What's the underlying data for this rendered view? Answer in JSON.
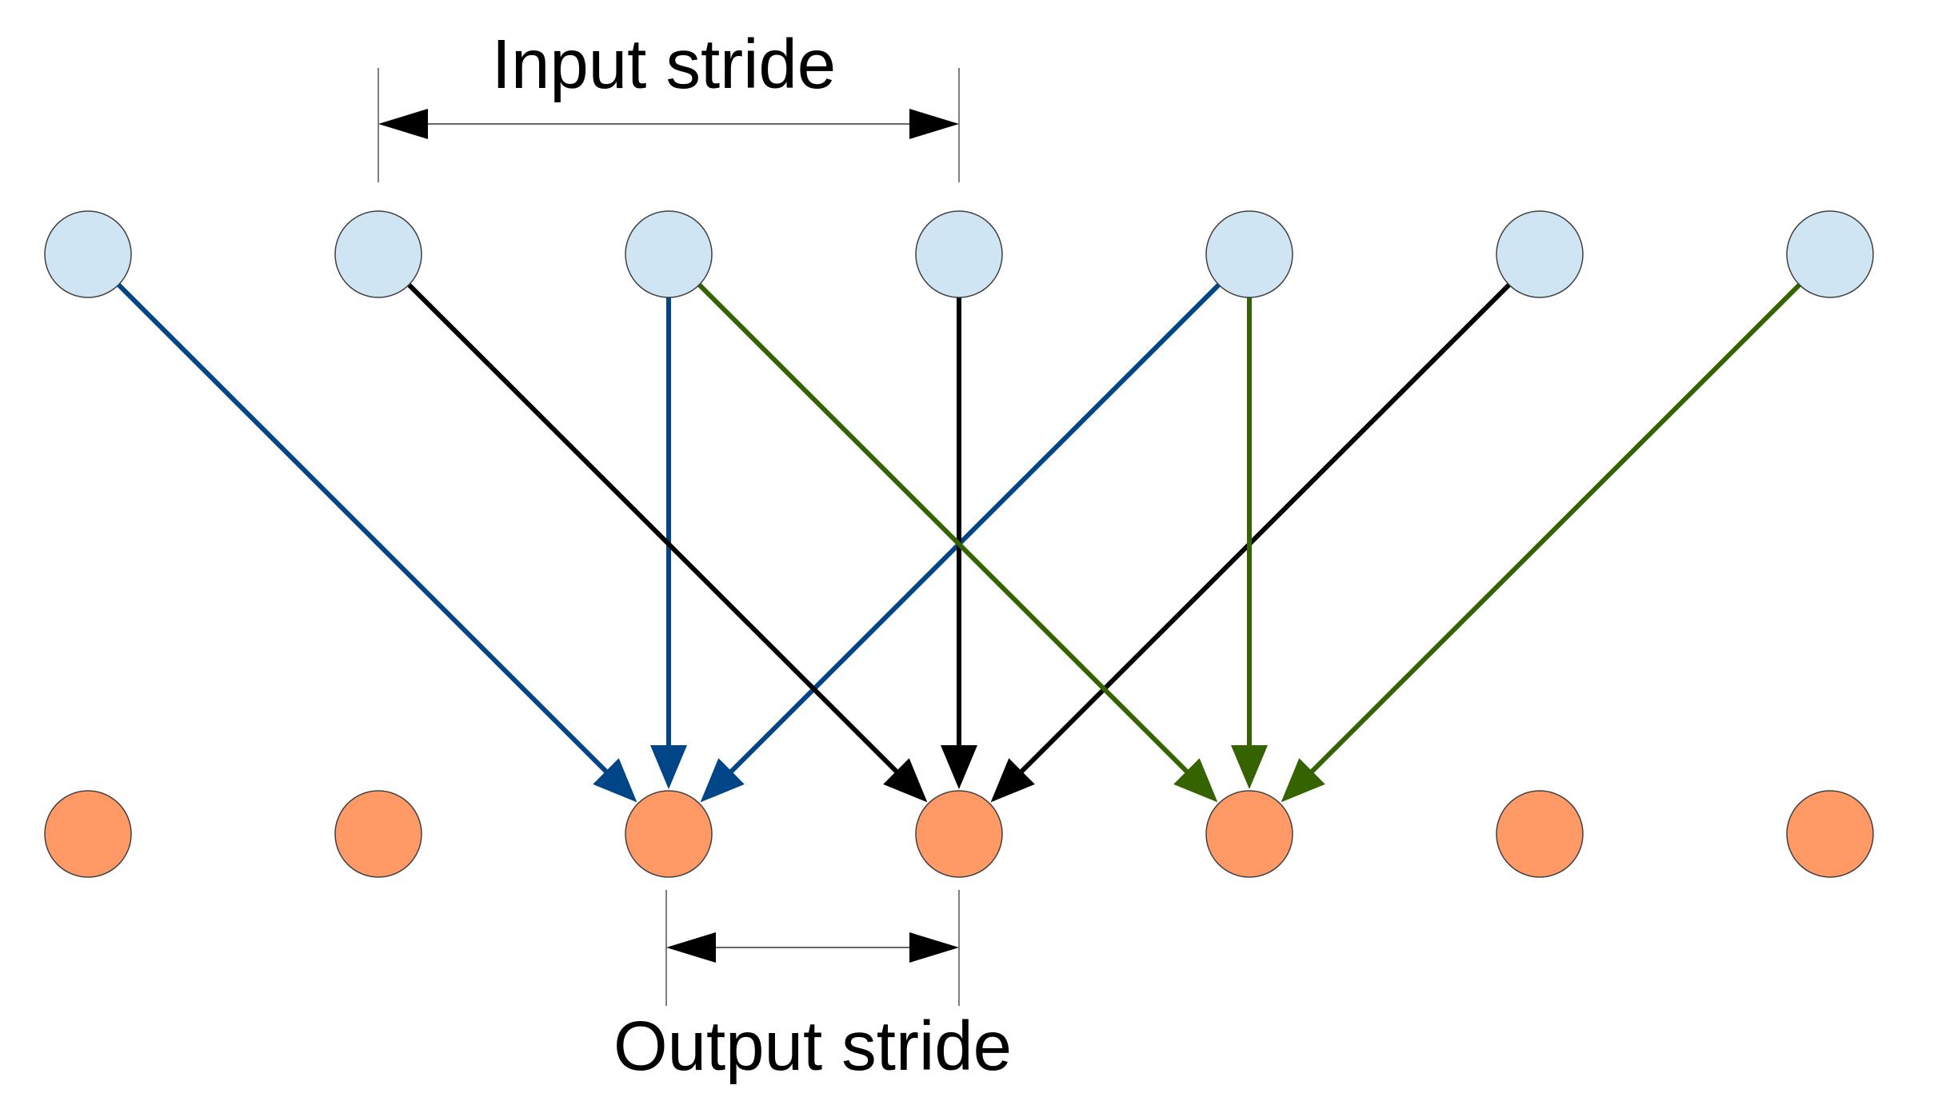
{
  "labels": {
    "input_stride": "Input stride",
    "output_stride": "Output stride"
  },
  "colors": {
    "input_fill": "#cfe5f3",
    "output_fill": "#ff9966",
    "node_stroke": "#404040",
    "blue": "#004586",
    "black": "#000000",
    "green": "#356300",
    "dimension": "#000000"
  },
  "nodes": {
    "input_count": 7,
    "output_count": 7
  },
  "edges": [
    {
      "from": 0,
      "to": 2,
      "color": "blue"
    },
    {
      "from": 2,
      "to": 2,
      "color": "blue"
    },
    {
      "from": 4,
      "to": 2,
      "color": "blue"
    },
    {
      "from": 1,
      "to": 3,
      "color": "black"
    },
    {
      "from": 3,
      "to": 3,
      "color": "black"
    },
    {
      "from": 5,
      "to": 3,
      "color": "black"
    },
    {
      "from": 2,
      "to": 4,
      "color": "green"
    },
    {
      "from": 4,
      "to": 4,
      "color": "green"
    },
    {
      "from": 6,
      "to": 4,
      "color": "green"
    }
  ],
  "dimensions": {
    "input_stride": {
      "row": "input",
      "from": 1,
      "to": 3
    },
    "output_stride": {
      "row": "output",
      "from": 2,
      "to": 3
    }
  }
}
